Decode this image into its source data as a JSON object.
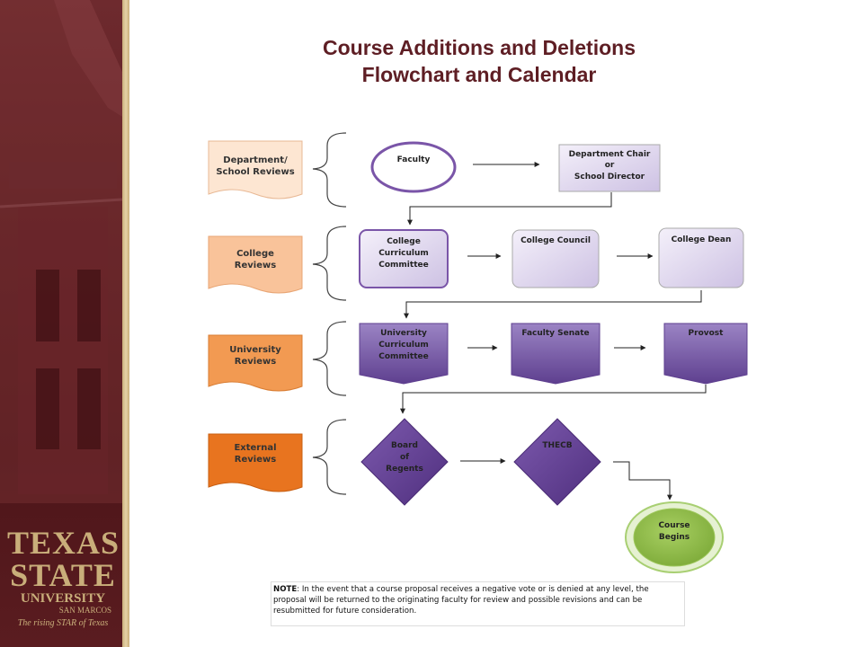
{
  "slide": {
    "title_line1": "Course Additions and Deletions",
    "title_line2": "Flowchart and Calendar"
  },
  "logo": {
    "line1": "TEXAS",
    "line2": "STATE",
    "line3": "UNIVERSITY",
    "line4": "SAN MARCOS",
    "tagline": "The rising STAR of Texas"
  },
  "stages": [
    {
      "label_line1": "Department/",
      "label_line2": "School Reviews"
    },
    {
      "label_line1": "College",
      "label_line2": "Reviews"
    },
    {
      "label_line1": "University",
      "label_line2": "Reviews"
    },
    {
      "label_line1": "External",
      "label_line2": "Reviews"
    }
  ],
  "nodes": {
    "faculty": "Faculty",
    "dept_chair": [
      "Department Chair",
      "or",
      "School Director"
    ],
    "college_curriculum": [
      "College",
      "Curriculum",
      "Committee"
    ],
    "college_council": "College Council",
    "college_dean": "College Dean",
    "univ_curriculum": [
      "University",
      "Curriculum",
      "Committee"
    ],
    "faculty_senate": "Faculty Senate",
    "provost": "Provost",
    "board_of_regents": [
      "Board",
      "of",
      "Regents"
    ],
    "thecb": "THECB",
    "course_begins": [
      "Course",
      "Begins"
    ]
  },
  "note": {
    "label": "NOTE",
    "text": ": In the event that a course proposal receives a negative vote or is denied at any level, the proposal will be returned to the originating faculty for review and possible revisions and can be resubmitted for future consideration."
  },
  "colors": {
    "maroon": "#5e1e24",
    "gold": "#c9ae7a",
    "purple": "#6b4a9a",
    "lavender": "#d8cfe8",
    "green": "#8db843",
    "peach": "#fbd9bd",
    "orange_light": "#f5b07a",
    "orange_mid": "#ee8f3f",
    "orange_dark": "#e06b1a"
  }
}
